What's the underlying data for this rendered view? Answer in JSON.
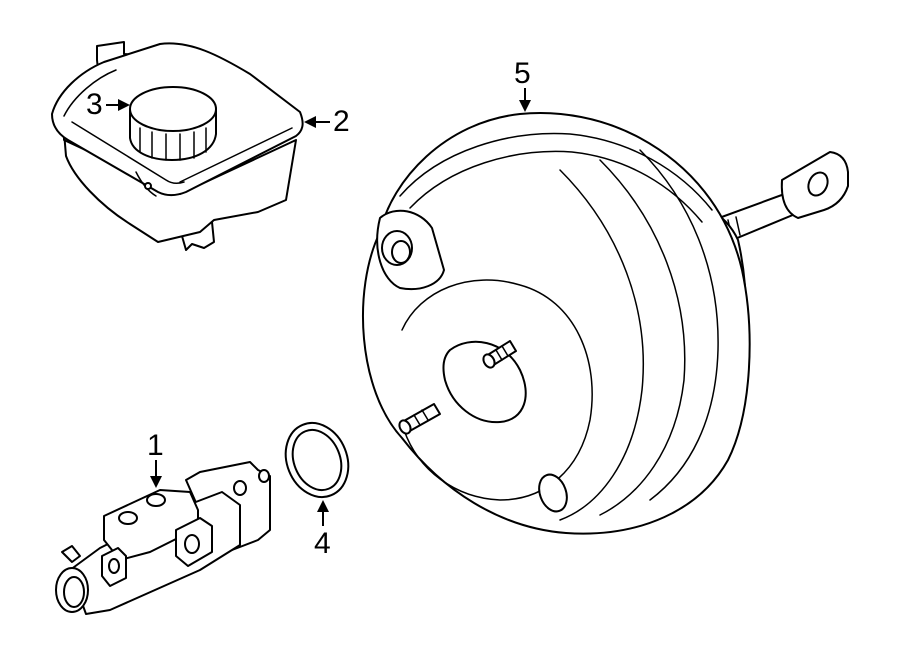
{
  "callouts": {
    "master_cylinder": "1",
    "reservoir": "2",
    "reservoir_cap": "3",
    "seal_ring": "4",
    "brake_booster": "5"
  }
}
